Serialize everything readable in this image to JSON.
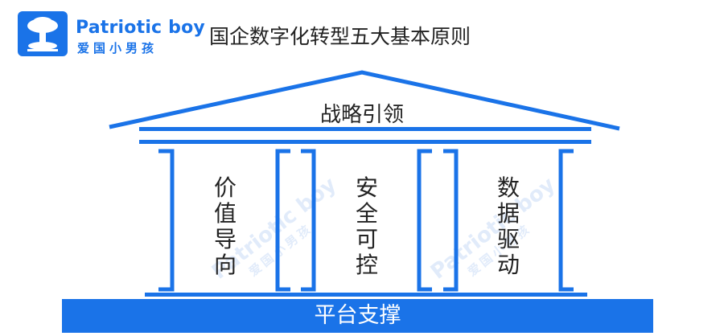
{
  "logo": {
    "name": "Patriotic boy",
    "name_cn": "爱国小男孩"
  },
  "title": "国企数字化转型五大基本原则",
  "roof": {
    "label": "战略引领"
  },
  "pillars": [
    {
      "label": "价值导向",
      "chars": [
        "价",
        "值",
        "导",
        "向"
      ]
    },
    {
      "label": "安全可控",
      "chars": [
        "安",
        "全",
        "可",
        "控"
      ]
    },
    {
      "label": "数据驱动",
      "chars": [
        "数",
        "据",
        "驱",
        "动"
      ]
    }
  ],
  "base": {
    "label": "平台支撑"
  },
  "colors": {
    "primary": "#1a73e8",
    "text": "#222222",
    "watermark": "#c9dcf7"
  }
}
